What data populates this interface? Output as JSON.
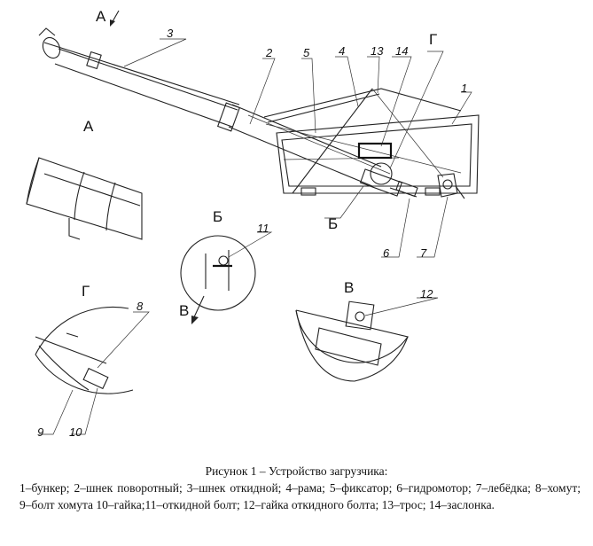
{
  "views": {
    "a_top": "А",
    "a_detail": "А",
    "b": "Б",
    "b_arrow": "Б",
    "b_detail": "Б",
    "v_arrow": "В",
    "v_detail": "В",
    "g_top": "Г",
    "g_detail": "Г"
  },
  "callouts": [
    "1",
    "2",
    "3",
    "4",
    "5",
    "6",
    "7",
    "8",
    "9",
    "10",
    "11",
    "12",
    "13",
    "14"
  ],
  "caption": {
    "title": "Рисунок 1 – Устройство загрузчика:",
    "body": "1–бункер; 2–шнек поворотный; 3–шнек откидной; 4–рама; 5–фиксатор;      6–гидромотор; 7–лебёдка; 8–хомут; 9–болт хомута 10–гайка;11–откидной болт; 12–гайка откидного болта; 13–трос; 14–заслонка."
  }
}
